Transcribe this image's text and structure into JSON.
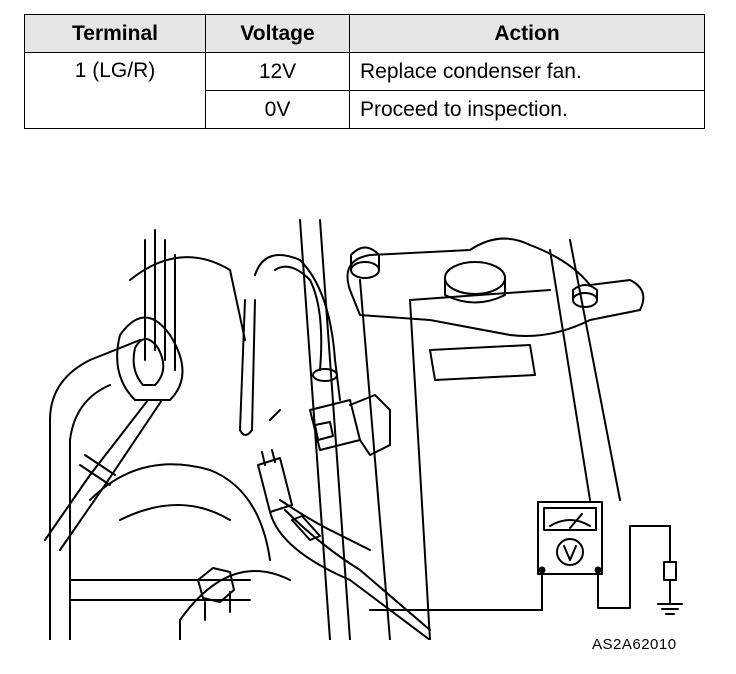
{
  "table": {
    "headers": [
      "Terminal",
      "Voltage",
      "Action"
    ],
    "terminal": "1 (LG/R)",
    "rows": [
      {
        "voltage": "12V",
        "action": "Replace condenser fan."
      },
      {
        "voltage": "0V",
        "action": "Proceed to inspection."
      }
    ]
  },
  "figure": {
    "code": "AS2A62010",
    "icons": [
      "voltmeter-icon",
      "ground-icon",
      "connector-icon"
    ]
  }
}
